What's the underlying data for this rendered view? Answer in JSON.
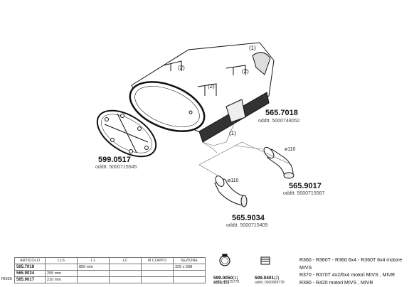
{
  "labels": {
    "note_1": "(1)",
    "note_2": "(2)",
    "note_1b": "(1)",
    "note_2b": "(2)",
    "note_2c": "(2)"
  },
  "parts": {
    "muffler": {
      "code": "565.7018",
      "sub": "oddtt. 5000748052"
    },
    "gasket": {
      "code": "599.0517",
      "sub": "oddtt. 5000715545"
    },
    "pipe_9017": {
      "code": "565.9017",
      "sub": "oddtt. 5000715567",
      "dia": "ø110"
    },
    "pipe_9034": {
      "code": "565.9034",
      "sub": "oddtt. 5000715409",
      "dia": "ø110"
    }
  },
  "table": {
    "headers": [
      "ARTICOLO",
      "L1S",
      "L1",
      "LC",
      "Ø CORPO",
      "SEZIONE"
    ],
    "rows": [
      [
        "565.7018",
        "",
        "850 mm",
        "",
        "",
        "325 x 598"
      ],
      [
        "565.9034",
        "295 mm",
        "",
        "",
        "",
        ""
      ],
      [
        "565.9017",
        "210 mm",
        "",
        "",
        "",
        ""
      ]
    ],
    "tag": "RI039"
  },
  "fittings": [
    {
      "code": "599.0050",
      "qty": "(1)",
      "sub1": "addtt. 42075779",
      "sub2": "42090154"
    },
    {
      "code": "599.0401",
      "qty": "(2)",
      "sub1": "oddtt. 0000689778",
      "sub2": ""
    }
  ],
  "models": [
    "R360 - R360T - R360 6x4 - R360T 6x4 motore MIVS",
    "R370 - R370T 4x2/6x4 motori MIVS , MIVR",
    "R390 - R420 motori MIVS , MIVR"
  ]
}
